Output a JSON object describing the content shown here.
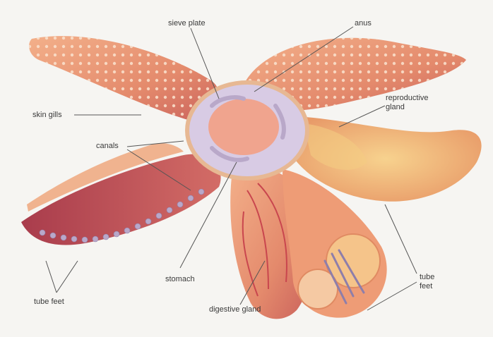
{
  "labels": {
    "sieve_plate": "sieve plate",
    "anus": "anus",
    "reproductive_gland": "reproductive\ngland",
    "skin_gills": "skin gills",
    "canals": "canals",
    "stomach": "stomach",
    "digestive_gland": "digestive gland",
    "tube_feet_left": "tube feet",
    "tube_feet_right": "tube\nfeet"
  },
  "colors": {
    "arm_fill": "#e9916f",
    "arm_dark": "#b8474f",
    "tube_feet": "#b9a8c9",
    "stomach": "#f0a48e",
    "gland": "#f4c27a",
    "line": "#555555"
  }
}
